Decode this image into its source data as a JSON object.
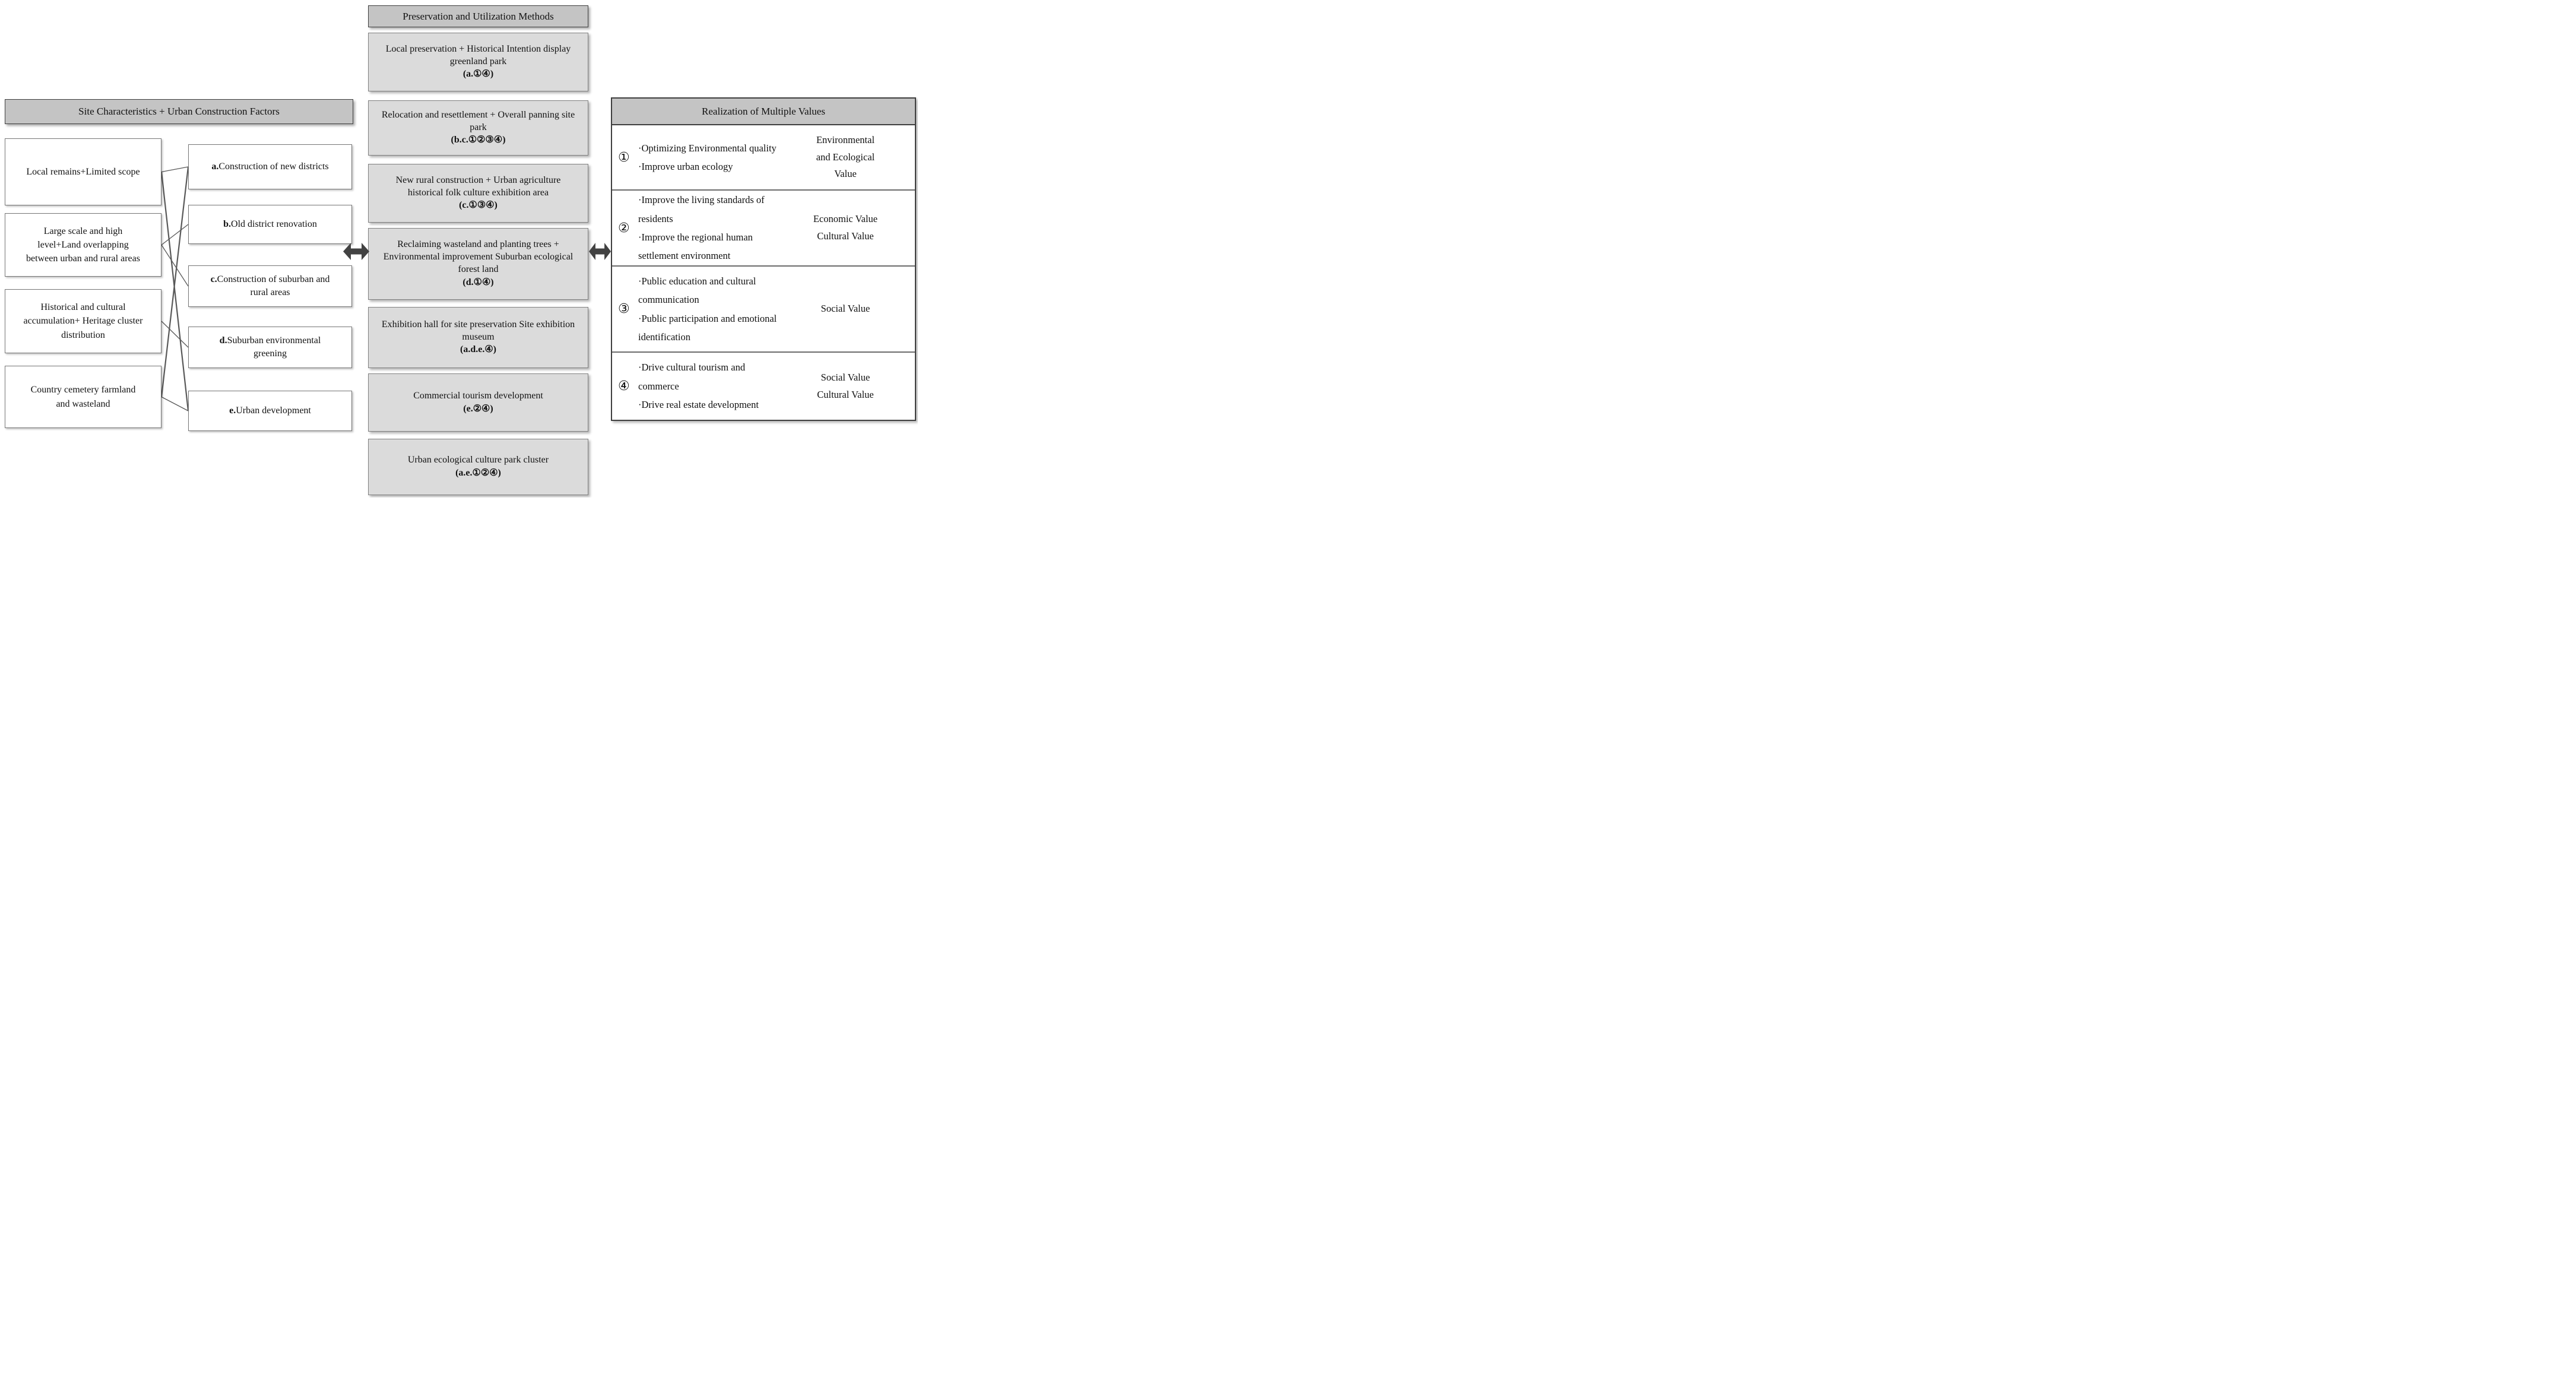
{
  "left_panel": {
    "header": "Site Characteristics + Urban Construction Factors",
    "site_boxes": [
      "Local remains+Limited scope",
      "Large scale and high level+Land overlapping between urban and rural areas",
      "Historical and cultural accumulation+ Heritage cluster distribution",
      "Country cemetery farmland and wasteland"
    ],
    "factor_boxes": [
      {
        "prefix": "a.",
        "label": "Construction of new districts"
      },
      {
        "prefix": "b.",
        "label": "Old district renovation"
      },
      {
        "prefix": "c.",
        "label": "Construction of suburban and rural areas"
      },
      {
        "prefix": "d.",
        "label": "Suburban environmental greening"
      },
      {
        "prefix": "e.",
        "label": "Urban development"
      }
    ]
  },
  "middle_panel": {
    "header": "Preservation and Utilization Methods",
    "methods": [
      {
        "text": "Local preservation + Historical Intention display greenland park",
        "code": "(a.①④)"
      },
      {
        "text": "Relocation and resettlement + Overall panning site park",
        "code": "(b.c.①②③④)"
      },
      {
        "text": "New rural construction + Urban agriculture historical folk culture exhibition area",
        "code": "(c.①③④)"
      },
      {
        "text": "Reclaiming wasteland and planting trees + Environmental improvement Suburban ecological forest land",
        "code": "(d.①④)"
      },
      {
        "text": "Exhibition hall for site preservation Site exhibition museum",
        "code": "(a.d.e.④)"
      },
      {
        "text": "Commercial tourism development",
        "code": "(e.②④)"
      },
      {
        "text": "Urban ecological culture park cluster",
        "code": "(a.e.①②④)"
      }
    ]
  },
  "right_panel": {
    "header": "Realization of Multiple Values",
    "rows": [
      {
        "num": "①",
        "bullets": [
          "·Optimizing Environmental quality",
          "·Improve urban ecology"
        ],
        "value_lines": [
          "Environmental",
          "and Ecological",
          "Value"
        ]
      },
      {
        "num": "②",
        "bullets": [
          "·Improve the living standards of residents",
          "·Improve the regional human settlement environment"
        ],
        "value_lines": [
          "Economic Value",
          "Cultural Value"
        ]
      },
      {
        "num": "③",
        "bullets": [
          "·Public education and cultural communication",
          "·Public participation and emotional identification"
        ],
        "value_lines": [
          "Social Value"
        ]
      },
      {
        "num": "④",
        "bullets": [
          "·Drive cultural tourism and commerce",
          "·Drive real estate development"
        ],
        "value_lines": [
          "Social Value",
          "Cultural Value"
        ]
      }
    ]
  },
  "connections": [
    {
      "from": "site-box-1",
      "to": "factor-box-a",
      "emphasis": false
    },
    {
      "from": "site-box-1",
      "to": "factor-box-e",
      "emphasis": true
    },
    {
      "from": "site-box-2",
      "to": "factor-box-b",
      "emphasis": false
    },
    {
      "from": "site-box-2",
      "to": "factor-box-c",
      "emphasis": false
    },
    {
      "from": "site-box-3",
      "to": "factor-box-d",
      "emphasis": false
    },
    {
      "from": "site-box-4",
      "to": "factor-box-a",
      "emphasis": true
    },
    {
      "from": "site-box-4",
      "to": "factor-box-e",
      "emphasis": false
    }
  ],
  "colors": {
    "header_bg": "#c4c4c4",
    "method_bg": "#dbdbdb",
    "arrow": "#424242",
    "line": "#595959",
    "border_dark": "#3f3f3f"
  }
}
